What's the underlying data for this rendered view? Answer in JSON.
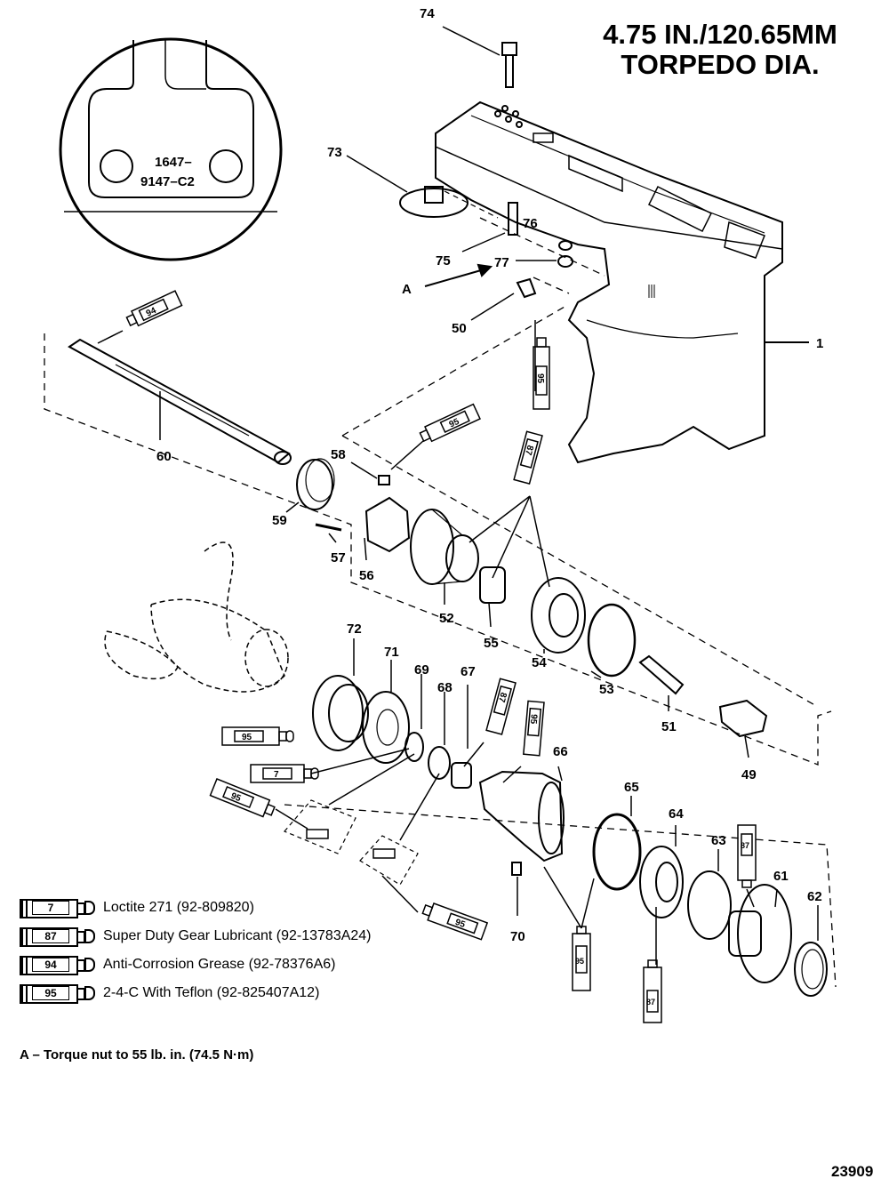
{
  "title": {
    "line1": "4.75 IN./120.65MM",
    "line2": "TORPEDO DIA."
  },
  "inset": {
    "line1": "1647–",
    "line2": "9147–C2"
  },
  "callout_a": "A",
  "parts": {
    "p1": "1",
    "p49": "49",
    "p50": "50",
    "p51": "51",
    "p52": "52",
    "p53": "53",
    "p54": "54",
    "p55": "55",
    "p56": "56",
    "p57": "57",
    "p58": "58",
    "p59": "59",
    "p60": "60",
    "p61": "61",
    "p62": "62",
    "p63": "63",
    "p64": "64",
    "p65": "65",
    "p66": "66",
    "p67": "67",
    "p68": "68",
    "p69": "69",
    "p70": "70",
    "p71": "71",
    "p72": "72",
    "p73": "73",
    "p74": "74",
    "p75": "75",
    "p76": "76",
    "p77": "77"
  },
  "tube_labels": {
    "t7": "7",
    "t87": "87",
    "t94": "94",
    "t95": "95"
  },
  "legend": [
    {
      "num": "7",
      "text": "Loctite 271 (92-809820)"
    },
    {
      "num": "87",
      "text": "Super Duty Gear Lubricant (92-13783A24)"
    },
    {
      "num": "94",
      "text": "Anti-Corrosion Grease (92-78376A6)"
    },
    {
      "num": "95",
      "text": "2-4-C  With Teflon (92-825407A12)"
    }
  ],
  "note": "A – Torque nut to 55 lb. in. (74.5 N·m)",
  "figure_number": "23909"
}
